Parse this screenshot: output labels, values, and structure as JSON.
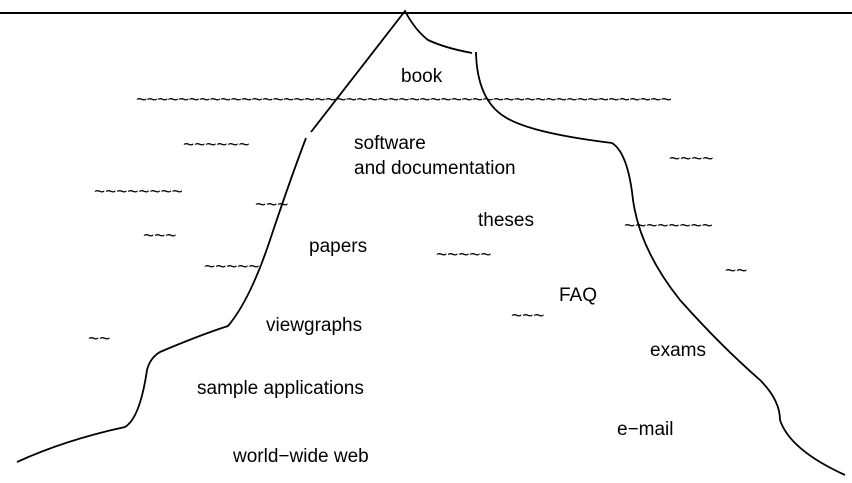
{
  "labels": {
    "book": "book",
    "software_line1": "software",
    "software_line2": "and documentation",
    "theses": "theses",
    "papers": "papers",
    "faq": "FAQ",
    "viewgraphs": "viewgraphs",
    "exams": "exams",
    "sample_applications": "sample applications",
    "email": "e−mail",
    "www": "world−wide web"
  },
  "waves": {
    "waterline": "~~~~~~~~~~~~~~~~~~~~~~~~~~~~~~~~~~~~~~~~~~~~~~~~~~~",
    "w1": "~~~~~~",
    "w2": "~~~~~~~~",
    "w3": "~~~",
    "w4": "~~~",
    "w5": "~~~~~",
    "w6": "~~~~~",
    "w7": "~~~~",
    "w8": "~~~~~~~~",
    "w9": "~~",
    "w10": "~~~",
    "w11": "~~"
  },
  "colors": {
    "ink": "#000000",
    "background": "#ffffff"
  }
}
